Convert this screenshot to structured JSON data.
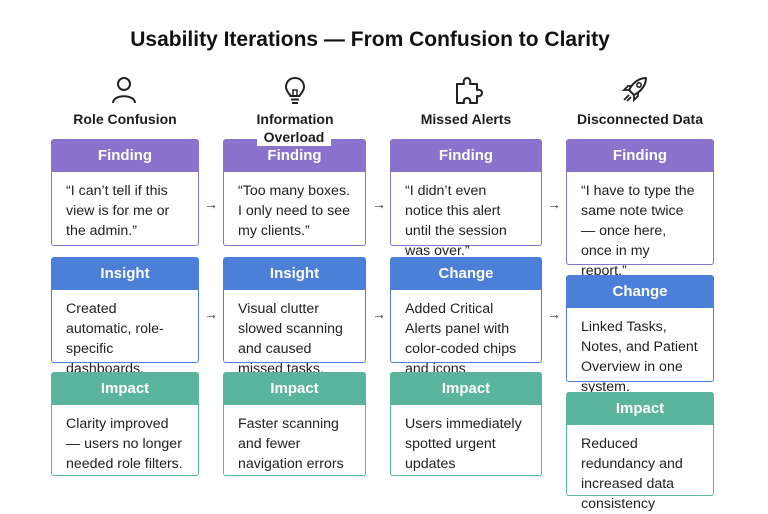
{
  "title": "Usability Iterations — From Confusion to Clarity",
  "columns": [
    {
      "label": "Role Confusion",
      "icon": "person-icon",
      "cards": [
        {
          "header": "Finding",
          "text": "“I can’t tell if this view is for me or the admin.”"
        },
        {
          "header": "Insight",
          "text": "Created automatic, role-specific dashboards."
        },
        {
          "header": "Impact",
          "text": "Clarity improved — users no longer needed role filters."
        }
      ]
    },
    {
      "label_line1": "Information",
      "label_line2": "Overload",
      "icon": "lightbulb-icon",
      "cards": [
        {
          "header": "Finding",
          "text": "“Too many boxes. I only need to see my clients.”"
        },
        {
          "header": "Insight",
          "text": "Visual clutter slowed scanning and caused missed tasks."
        },
        {
          "header": "Impact",
          "text": "Faster scanning and fewer navigation errors"
        }
      ]
    },
    {
      "label": "Missed Alerts",
      "icon": "puzzle-icon",
      "cards": [
        {
          "header": "Finding",
          "text": "“I didn’t even notice this alert until the session was over.”"
        },
        {
          "header": "Change",
          "text": "Added Critical Alerts panel with color-coded chips and icons"
        },
        {
          "header": "Impact",
          "text": "Users immediately spotted urgent updates"
        }
      ]
    },
    {
      "label": "Disconnected Data",
      "icon": "rocket-icon",
      "cards": [
        {
          "header": "Finding",
          "text": "“I have to type the same note twice — once here, once in my report.”"
        },
        {
          "header": "Change",
          "text": "Linked Tasks, Notes, and Patient Overview in one system."
        },
        {
          "header": "Impact",
          "text": "Reduced redundancy and increased data consistency"
        }
      ]
    }
  ],
  "arrow": "→",
  "colors": {
    "finding": "#8a73cd",
    "insight_change": "#4c7fd8",
    "impact": "#5bb59c"
  }
}
